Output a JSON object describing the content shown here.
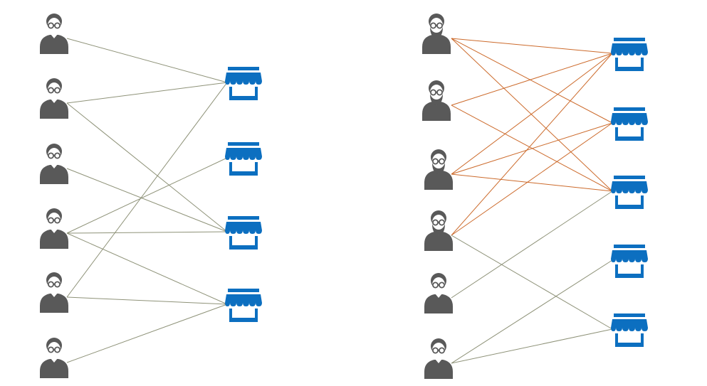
{
  "colors": {
    "person": "#595959",
    "person_face": "#ffffff",
    "store": "#0c6fc0",
    "store_stripe": "#ffffff",
    "edge_plain": "#8e9278",
    "edge_highlight": "#cc6a2b"
  },
  "icons": {
    "person": "person-with-glasses-icon",
    "bearded_person": "bearded-person-icon",
    "store": "storefront-icon"
  },
  "left_graph": {
    "people": [
      {
        "id": "L-p1",
        "icon": "person-with-glasses-icon"
      },
      {
        "id": "L-p2",
        "icon": "person-with-glasses-icon"
      },
      {
        "id": "L-p3",
        "icon": "person-with-glasses-icon"
      },
      {
        "id": "L-p4",
        "icon": "person-with-glasses-icon"
      },
      {
        "id": "L-p5",
        "icon": "person-with-glasses-icon"
      },
      {
        "id": "L-p6",
        "icon": "person-with-glasses-icon"
      }
    ],
    "stores": [
      {
        "id": "L-s1",
        "icon": "storefront-icon"
      },
      {
        "id": "L-s2",
        "icon": "storefront-icon"
      },
      {
        "id": "L-s3",
        "icon": "storefront-icon"
      },
      {
        "id": "L-s4",
        "icon": "storefront-icon"
      }
    ],
    "edges": [
      {
        "from": 0,
        "to": 0,
        "style": "plain"
      },
      {
        "from": 1,
        "to": 0,
        "style": "plain"
      },
      {
        "from": 1,
        "to": 2,
        "style": "plain"
      },
      {
        "from": 2,
        "to": 2,
        "style": "plain"
      },
      {
        "from": 3,
        "to": 1,
        "style": "plain"
      },
      {
        "from": 3,
        "to": 2,
        "style": "plain"
      },
      {
        "from": 3,
        "to": 3,
        "style": "plain"
      },
      {
        "from": 4,
        "to": 0,
        "style": "plain"
      },
      {
        "from": 4,
        "to": 3,
        "style": "plain"
      },
      {
        "from": 5,
        "to": 3,
        "style": "plain"
      }
    ]
  },
  "right_graph": {
    "people": [
      {
        "id": "R-p1",
        "icon": "bearded-person-icon"
      },
      {
        "id": "R-p2",
        "icon": "bearded-person-icon"
      },
      {
        "id": "R-p3",
        "icon": "bearded-person-icon"
      },
      {
        "id": "R-p4",
        "icon": "bearded-person-icon"
      },
      {
        "id": "R-p5",
        "icon": "person-with-glasses-icon"
      },
      {
        "id": "R-p6",
        "icon": "person-with-glasses-icon"
      }
    ],
    "stores": [
      {
        "id": "R-s1",
        "icon": "storefront-icon"
      },
      {
        "id": "R-s2",
        "icon": "storefront-icon"
      },
      {
        "id": "R-s3",
        "icon": "storefront-icon"
      },
      {
        "id": "R-s4",
        "icon": "storefront-icon"
      },
      {
        "id": "R-s5",
        "icon": "storefront-icon"
      }
    ],
    "edges": [
      {
        "from": 0,
        "to": 0,
        "style": "highlight"
      },
      {
        "from": 0,
        "to": 1,
        "style": "highlight"
      },
      {
        "from": 0,
        "to": 2,
        "style": "highlight"
      },
      {
        "from": 1,
        "to": 0,
        "style": "highlight"
      },
      {
        "from": 1,
        "to": 2,
        "style": "highlight"
      },
      {
        "from": 2,
        "to": 0,
        "style": "highlight"
      },
      {
        "from": 2,
        "to": 1,
        "style": "highlight"
      },
      {
        "from": 2,
        "to": 2,
        "style": "highlight"
      },
      {
        "from": 3,
        "to": 0,
        "style": "highlight"
      },
      {
        "from": 3,
        "to": 1,
        "style": "highlight"
      },
      {
        "from": 3,
        "to": 4,
        "style": "plain"
      },
      {
        "from": 4,
        "to": 2,
        "style": "plain"
      },
      {
        "from": 5,
        "to": 3,
        "style": "plain"
      },
      {
        "from": 5,
        "to": 4,
        "style": "plain"
      }
    ]
  }
}
